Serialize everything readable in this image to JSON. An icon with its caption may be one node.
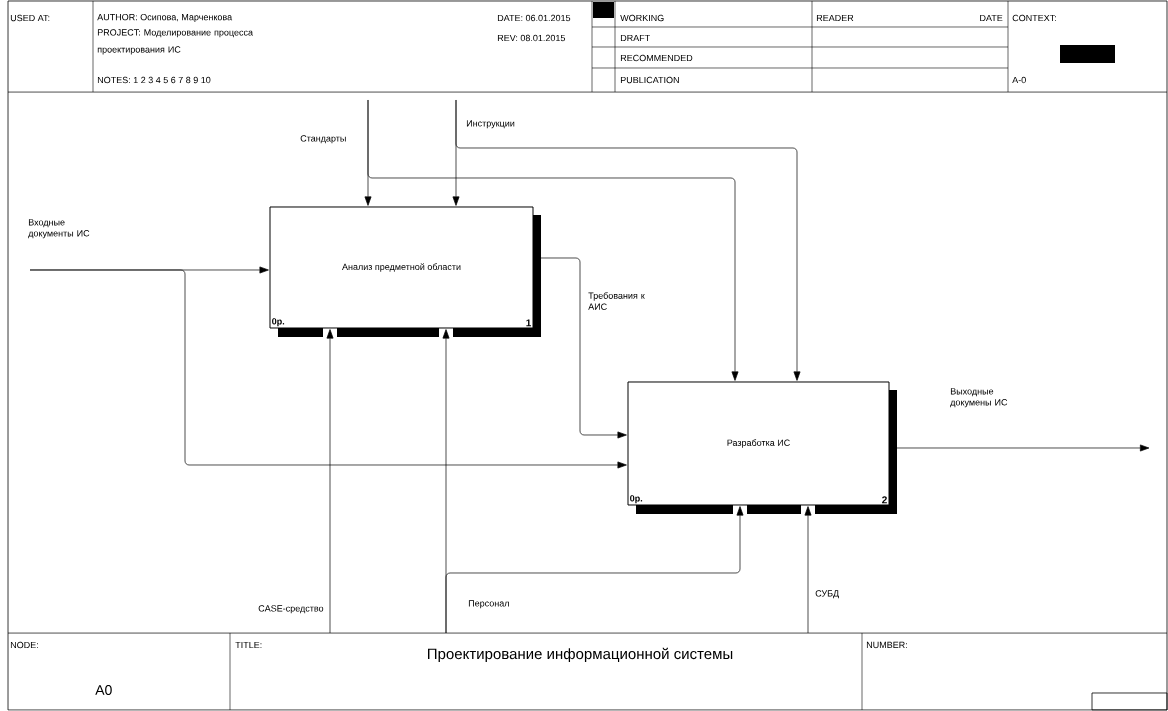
{
  "diagram": {
    "title": "Проектирование информационной системы",
    "nodes": [
      {
        "text": [
          "Анализ предметной области",
          "0р.",
          "1"
        ]
      },
      {
        "text": [
          "Разработка ИС",
          "0р.",
          "2"
        ]
      }
    ],
    "edges": [
      {
        "from": null,
        "to": 0,
        "arrow": "to",
        "label": "Входные документы ИС"
      },
      {
        "from": null,
        "to": 1,
        "arrow": "to"
      },
      {
        "from": null,
        "to": 0,
        "arrow": "to",
        "label": "Стандарты"
      },
      {
        "from": null,
        "to": 1,
        "arrow": "to"
      },
      {
        "from": null,
        "to": 0,
        "arrow": "to",
        "label": "Инструкции"
      },
      {
        "from": null,
        "to": 1,
        "arrow": "to"
      },
      {
        "from": 0,
        "to": 1,
        "arrow": "to",
        "label": "Требования к АИС"
      },
      {
        "from": 1,
        "to": null,
        "arrow": "to",
        "label": "Выходные докумены ИС"
      },
      {
        "from": null,
        "to": 0,
        "arrow": "to",
        "label": "CASE-средство"
      },
      {
        "from": null,
        "to": 0,
        "arrow": "to",
        "label": "Персонал"
      },
      {
        "from": null,
        "to": 1,
        "arrow": "to"
      },
      {
        "from": null,
        "to": 1,
        "arrow": "to",
        "label": "СУБД"
      }
    ],
    "labels": [
      "USED AT:",
      "AUTHOR: Осипова, Марченкова",
      "DATE: 06.01.2015",
      "PROJECT: Моделирование процесса проектирования ИС",
      "REV: 08.01.2015",
      "NOTES: 1 2 3 4 5 6 7 8 9 10",
      "WORKING",
      "READER",
      "DATE",
      "CONTEXT:",
      "DRAFT",
      "RECOMMENDED",
      "PUBLICATION",
      "A-0",
      "NODE:",
      "A0",
      "TITLE:",
      "NUMBER:"
    ]
  }
}
